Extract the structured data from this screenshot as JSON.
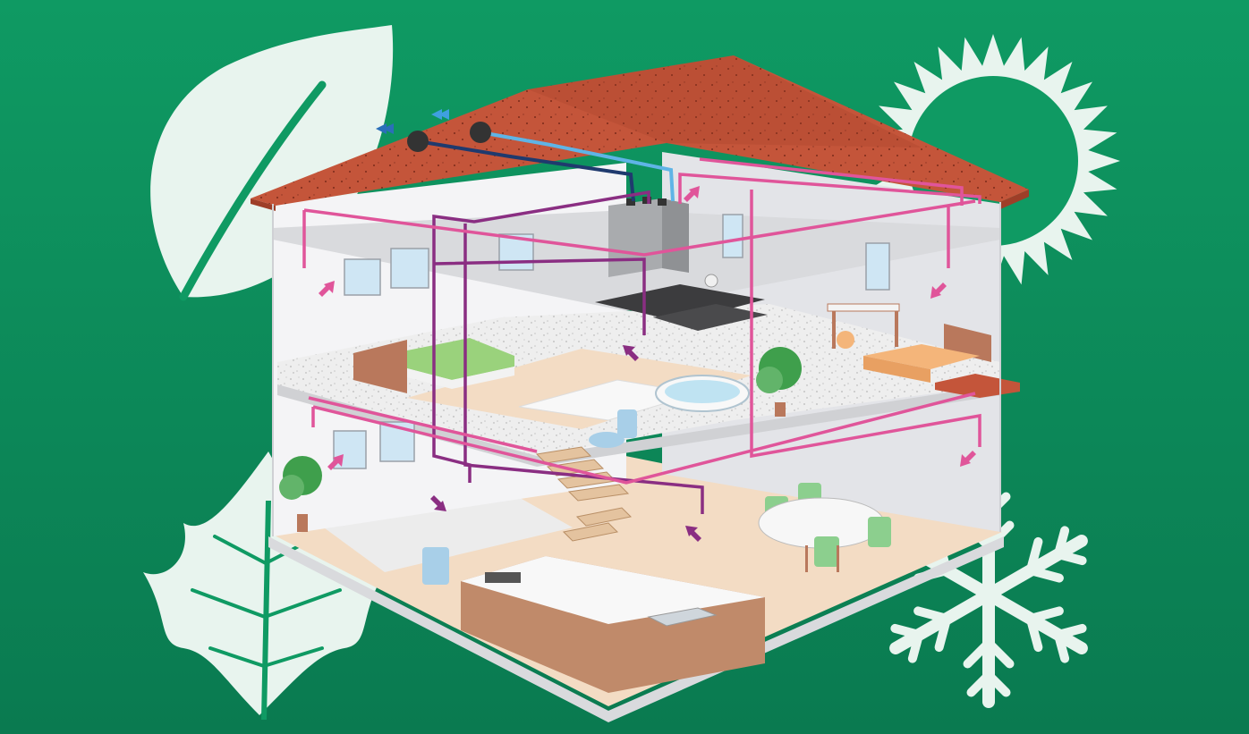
{
  "colors": {
    "background_top": "#0f9a63",
    "background_bottom": "#0a7a50",
    "icon_fill": "#e8f4ee",
    "roof": "#c4553a",
    "roof_dark": "#9e3e28",
    "wall": "#f4f4f6",
    "wall_shade": "#e3e4e8",
    "floor_slab": "#d9dadd",
    "wood_floor": "#f3dcc4",
    "terrazzo": "#eeeeee",
    "supply_duct": "#e0559a",
    "extract_duct": "#8a2e82",
    "fresh_air_pipe": "#5fb4e6",
    "exhaust_pipe": "#1f3a6e",
    "unit_grey": "#a9abae",
    "bed_green": "#9ad27c",
    "bed_orange": "#f4b57a",
    "chair_green": "#8ccf8e",
    "plant_green": "#3f9f4c",
    "furniture_brown": "#b9785c"
  },
  "icons": [
    "leaf-icon",
    "sun-icon",
    "snowflake-icon",
    "fern-leaf-icon"
  ],
  "components": [
    "roof",
    "mvhr-unit",
    "supply-ducts",
    "extract-ducts",
    "fresh-air-intake",
    "exhaust-outlet",
    "bedroom-green",
    "bedroom-orange",
    "bathroom",
    "kitchen",
    "dining-area",
    "stairs",
    "plants"
  ]
}
